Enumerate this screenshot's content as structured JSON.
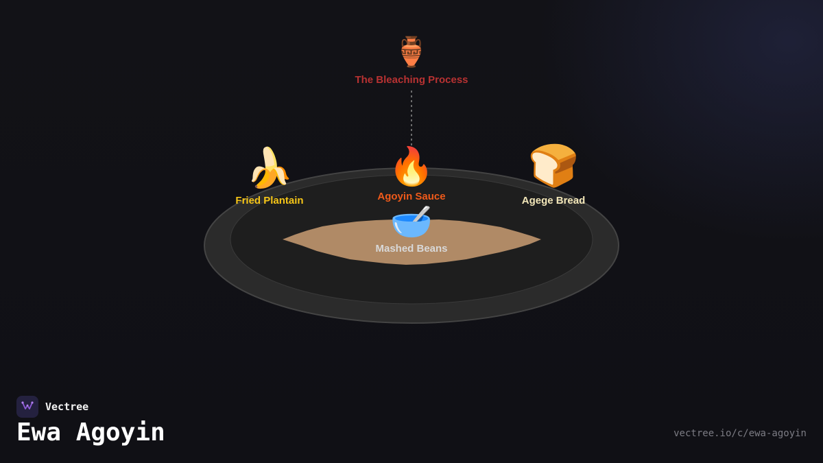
{
  "nodes": {
    "bleaching": {
      "icon": "amphora-icon",
      "emoji": "🏺",
      "label": "The Bleaching Process",
      "color": "#b83232"
    },
    "plantain": {
      "icon": "banana-icon",
      "emoji": "🍌",
      "label": "Fried Plantain",
      "color": "#f5c518"
    },
    "sauce": {
      "icon": "fire-icon",
      "emoji": "🔥",
      "label": "Agoyin Sauce",
      "color": "#f05a1a"
    },
    "bread": {
      "icon": "bread-icon",
      "emoji": "🍞",
      "label": "Agege Bread",
      "color": "#f2e6b8"
    },
    "beans": {
      "icon": "bowl-icon",
      "emoji": "🥣",
      "label": "Mashed Beans",
      "color": "#d8d8d8"
    }
  },
  "colors": {
    "plate_rim": "#2b2b2b",
    "plate_inner": "#1e1e1e",
    "beans_fill": "#b08a66",
    "background": "#111116"
  },
  "brand": {
    "name": "Vectree",
    "icon": "vectree-logo-icon"
  },
  "title": "Ewa Agoyin",
  "url": "vectree.io/c/ewa-agoyin"
}
